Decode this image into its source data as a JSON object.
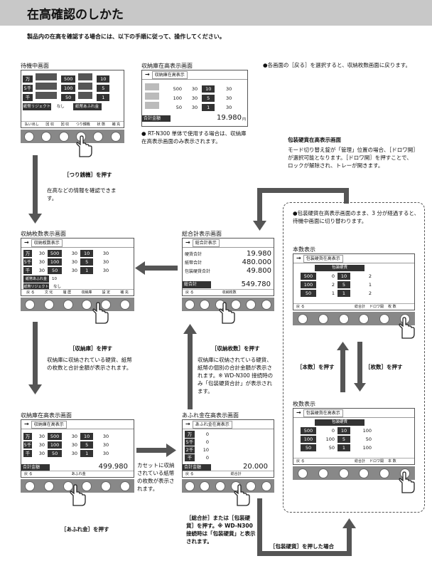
{
  "header": {
    "title": "在高確認のしかた"
  },
  "intro": "製品内の在高を確認する場合には、以下の手順に従って、操作してください。",
  "standby": {
    "label": "待機中画面",
    "rows": [
      {
        "den": "万",
        "a": "500",
        "b": "10"
      },
      {
        "den": "5千",
        "a": "100",
        "b": "5"
      },
      {
        "den": "千",
        "a": "50",
        "b": "1"
      }
    ],
    "reject_label": "紙幣リジェクト",
    "reject_value": "なし",
    "overflow_label": "紙幣あふれ金",
    "footer": [
      "払い出し",
      "回 収",
      "回 収",
      "つり銭機",
      "状 態",
      "補 充"
    ]
  },
  "storage_screen": {
    "label": "収納庫在高表示画面",
    "title": "収納庫在高表示",
    "rows": [
      {
        "a": "500",
        "ac": "30",
        "b": "10",
        "bc": "30"
      },
      {
        "a": "100",
        "ac": "30",
        "b": "5",
        "bc": "30"
      },
      {
        "a": "50",
        "ac": "30",
        "b": "1",
        "bc": "30"
      }
    ],
    "total_label": "合計金額",
    "total": "19.980",
    "unit": "円",
    "note": "RT-N300 単体で使用する場合は、収納庫在高表示画面のみ表示されます。"
  },
  "back_note": "●各画面の［戻る］を選択すると、収納枚数画面に戻ります。",
  "package_info": {
    "title": "包装硬貨在高表示画面",
    "text": "モード切り替え錠が「管理」位置の場合、［ドロワ開］が選択可能となります。［ドロワ開］を押すことで、ロックが解除され、トレーが開きます。"
  },
  "press_change": "［つり銭機］を押す",
  "check_info": "在高などの情報を確認できます。",
  "count_screen": {
    "label": "収納枚数表示画面",
    "title": "収納枚数表示",
    "rows": [
      {
        "den": "万",
        "c1": "30",
        "a": "500",
        "c2": "30",
        "b": "10",
        "c3": "30"
      },
      {
        "den": "5千",
        "c1": "30",
        "a": "100",
        "c2": "30",
        "b": "5",
        "c3": "30"
      },
      {
        "den": "千",
        "c1": "30",
        "a": "50",
        "c2": "30",
        "b": "1",
        "c3": "30"
      }
    ],
    "overflow_label": "紙幣あふれ金",
    "overflow_value": "10",
    "reject_label": "紙幣リジェクト",
    "reject_value": "なし",
    "footer": [
      "戻 る",
      "文 化",
      "履 歴",
      "収納庫",
      "設 定",
      "補 充"
    ]
  },
  "total_screen": {
    "label": "総合計表示画面",
    "title": "総合計表示",
    "rows": [
      {
        "k": "硬貨合計",
        "v": "19.980"
      },
      {
        "k": "紙幣合計",
        "v": "480.000"
      },
      {
        "k": "包装硬貨合計",
        "v": "49.800"
      }
    ],
    "grand_label": "総合計",
    "grand": "549.780",
    "footer": [
      "戻 る",
      "収納枚数"
    ]
  },
  "press_storage": "［収納庫］を押す",
  "storage_desc": "収納庫に収納されている硬貨、紙幣の枚数と合計金額が表示されます。",
  "press_count": "［収納枚数］を押す",
  "count_desc": "収納庫に収納されている硬貨、紙幣の個別の合計金額が表示されます。※ WD-N300 接続時のみ「包装硬貨合計」が表示されます。",
  "storage_screen2": {
    "label": "収納庫在高表示画面",
    "title": "収納庫在高表示",
    "rows": [
      {
        "den": "万",
        "c1": "30",
        "a": "500",
        "c2": "30",
        "b": "10",
        "c3": "30"
      },
      {
        "den": "5千",
        "c1": "30",
        "a": "100",
        "c2": "30",
        "b": "5",
        "c3": "30"
      },
      {
        "den": "千",
        "c1": "30",
        "a": "50",
        "c2": "30",
        "b": "1",
        "c3": "30"
      }
    ],
    "total_label": "合計金額",
    "total": "499.980",
    "footer": [
      "戻 る",
      "あふれ金"
    ]
  },
  "press_overflow": "［あふれ金］を押す",
  "cassette_note": "カセットに収納されている紙幣の枚数が表示されます。",
  "overflow_screen": {
    "label": "あふれ金在高表示画面",
    "title": "あふれ金在高表示",
    "rows": [
      {
        "den": "万",
        "v": "0"
      },
      {
        "den": "5千",
        "v": "0"
      },
      {
        "den": "2千",
        "v": "10"
      },
      {
        "den": "千",
        "v": "0"
      }
    ],
    "total_label": "合計金額",
    "total": "20.000",
    "footer": [
      "戻 る",
      "総合計"
    ]
  },
  "press_total": "［総合計］または［包装硬貨］を押す。※ WD-N300 接続時は「包装硬貨」と表示されます。",
  "press_package": "［包装硬貨］を押した場合",
  "pkg_note": "●包装硬貨在高表示画面のまま、3 分が経過すると、待機中画面に切り替わります。",
  "honsu": {
    "label": "本数表示",
    "title": "包装硬貨在高表示",
    "sub": "包装硬貨",
    "rows": [
      {
        "a": "500",
        "ac": "0",
        "b": "10",
        "bc": "2"
      },
      {
        "a": "100",
        "ac": "2",
        "b": "5",
        "bc": "1"
      },
      {
        "a": "50",
        "ac": "1",
        "b": "1",
        "bc": "2"
      }
    ],
    "footer": [
      "戻 る",
      "総合計",
      "ドロワ開",
      "枚 数"
    ]
  },
  "press_hon": "［本数］を押す",
  "press_mai": "［枚数］を押す",
  "maisu": {
    "label": "枚数表示",
    "title": "包装硬貨在高表示",
    "sub": "包装硬貨",
    "rows": [
      {
        "a": "500",
        "ac": "0",
        "b": "10",
        "bc": "100"
      },
      {
        "a": "100",
        "ac": "100",
        "b": "5",
        "bc": "50"
      },
      {
        "a": "50",
        "ac": "50",
        "b": "1",
        "bc": "100"
      }
    ],
    "footer": [
      "戻 る",
      "総合計",
      "ドロワ開",
      "本 数"
    ]
  }
}
